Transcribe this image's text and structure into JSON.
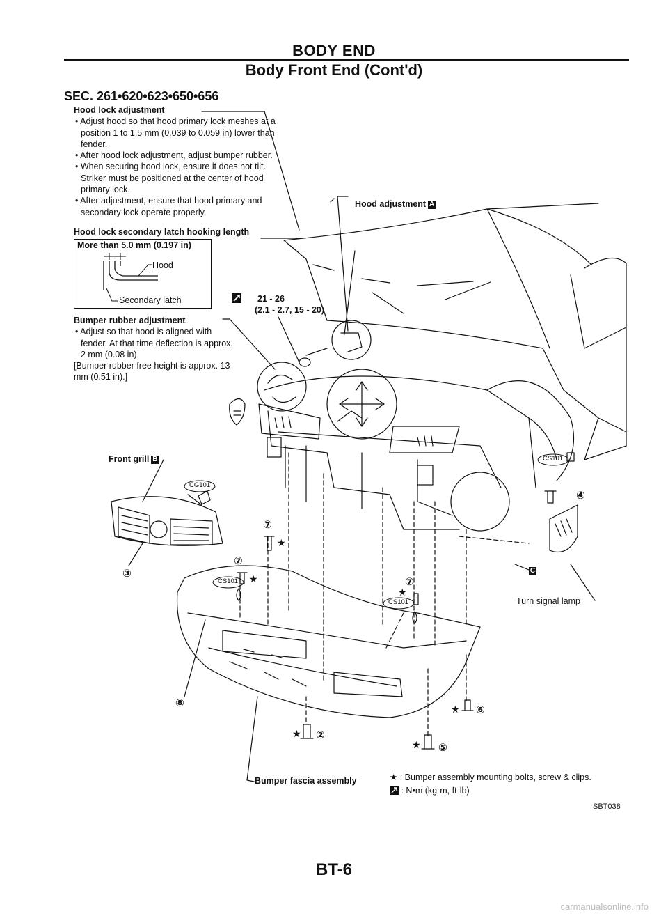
{
  "header": {
    "title": "BODY END",
    "subtitle": "Body Front End (Cont'd)"
  },
  "section_code": "SEC. 261•620•623•650•656",
  "hood_lock": {
    "heading": "Hood lock adjustment",
    "bullet1": "• Adjust hood so that hood primary lock meshes at a position 1 to 1.5 mm (0.039 to 0.059 in) lower than fender.",
    "bullet2": "• After hood lock adjustment, adjust bumper rubber.",
    "bullet3": "• When securing hood lock, ensure it does not tilt. Striker must be positioned at the center of hood primary lock.",
    "bullet4": "• After adjustment, ensure that hood primary and secondary lock operate properly."
  },
  "secondary_latch": {
    "heading": "Hood lock secondary latch hooking length",
    "box_title": "More than 5.0 mm (0.197 in)",
    "hood_label": "Hood",
    "latch_label": "Secondary latch"
  },
  "torque": {
    "line1": "21 - 26",
    "line2": "(2.1 - 2.7, 15 - 20)"
  },
  "bumper_rubber": {
    "heading": "Bumper rubber adjustment",
    "bullet1": "• Adjust so that hood is aligned with fender. At that time deflection is approx. 2 mm (0.08 in).",
    "note": "[Bumper rubber free height is approx. 13 mm (0.51 in).]"
  },
  "labels": {
    "hood_adjustment": "Hood adjustment",
    "hood_adjustment_box": "A",
    "front_grill": "Front grill",
    "front_grill_box": "B",
    "c_box": "C",
    "turn_signal_lamp": "Turn signal lamp",
    "bumper_fascia": "Bumper fascia assembly",
    "clip_cg101": "CG101",
    "clip_cs101": "CS101"
  },
  "callouts": [
    "②",
    "③",
    "④",
    "⑤",
    "⑥",
    "⑦",
    "⑧"
  ],
  "legend": {
    "star_text": ": Bumper assembly mounting bolts, screw & clips.",
    "torque_text": ": N•m (kg-m, ft-lb)"
  },
  "figure_code": "SBT038",
  "page_number": "BT-6",
  "watermark": "carmanualsonline.info"
}
